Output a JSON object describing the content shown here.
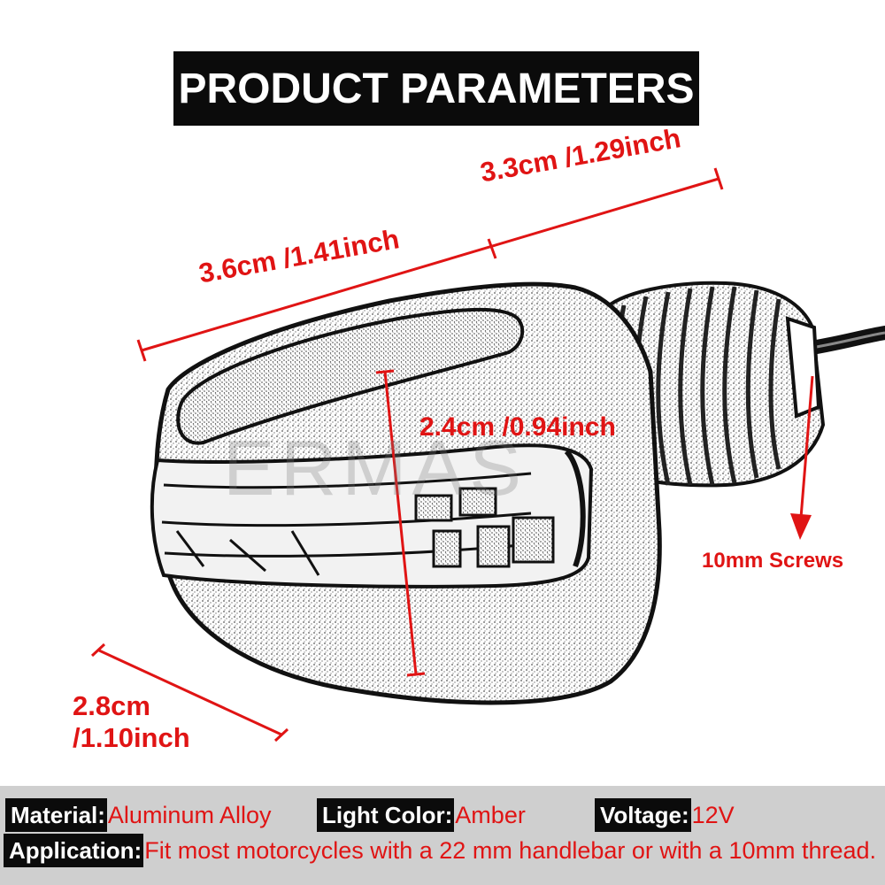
{
  "header": {
    "title": "PRODUCT  PARAMETERS"
  },
  "dimensions": {
    "top_right": "3.3cm /1.29inch",
    "top_left": "3.6cm /1.41inch",
    "height": "2.4cm /0.94inch",
    "width_line1": "2.8cm",
    "width_line2": "/1.10inch",
    "screws": "10mm Screws"
  },
  "watermark": "ERMAS",
  "specs": {
    "material_label": "Material:",
    "material_value": "Aluminum Alloy",
    "light_label": "Light Color:",
    "light_value": "Amber",
    "voltage_label": "Voltage:",
    "voltage_value": "12V",
    "application_label": "Application:",
    "application_value": "Fit most motorcycles with a 22 mm handlebar or with a 10mm thread."
  },
  "colors": {
    "accent_red": "#e01414",
    "banner_bg": "#0b0b0b",
    "spec_bar_bg": "#cfcfcf"
  }
}
